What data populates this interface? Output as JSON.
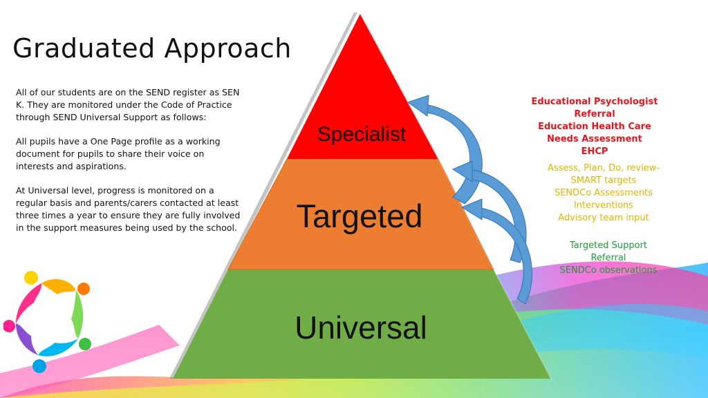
{
  "slide": {
    "title": "Graduated Approach",
    "paragraphs": [
      "All of our students are on the SEND register as SEN K. They are monitored under the Code of Practice through SEND Universal Support as follows:",
      "All pupils have a One Page profile as a working document for pupils to share their voice on interests and aspirations.",
      "At Universal level, progress is monitored on a regular basis and parents/carers contacted at least three times a year to ensure they are fully involved in the support measures being used by the school."
    ]
  },
  "pyramid": {
    "tiers": [
      {
        "label": "Specialist",
        "color": "#ff0000"
      },
      {
        "label": "Targeted",
        "color": "#ed7d31"
      },
      {
        "label": "Universal",
        "color": "#70ad47"
      }
    ]
  },
  "notes": {
    "specialist": {
      "color": "#e8141e",
      "lines": [
        "Educational Psychologist",
        "Referral",
        "Education Health Care",
        "Needs Assessment",
        "EHCP"
      ]
    },
    "targeted": {
      "color": "#e3b400",
      "lines": [
        "Assess, Plan, Do, review-",
        "SMART targets",
        "SENDCo Assessments",
        "Interventions",
        "Advisory team input"
      ]
    },
    "universal": {
      "color": "#1a9c3a",
      "lines": [
        "Targeted Support",
        "Referral",
        "SENDCo observations"
      ]
    }
  },
  "theme": {
    "arrow_color": "#5b9bd5",
    "wave_colors": [
      "#ff1493",
      "#00aaff",
      "#ffd700",
      "#7ed957"
    ]
  }
}
